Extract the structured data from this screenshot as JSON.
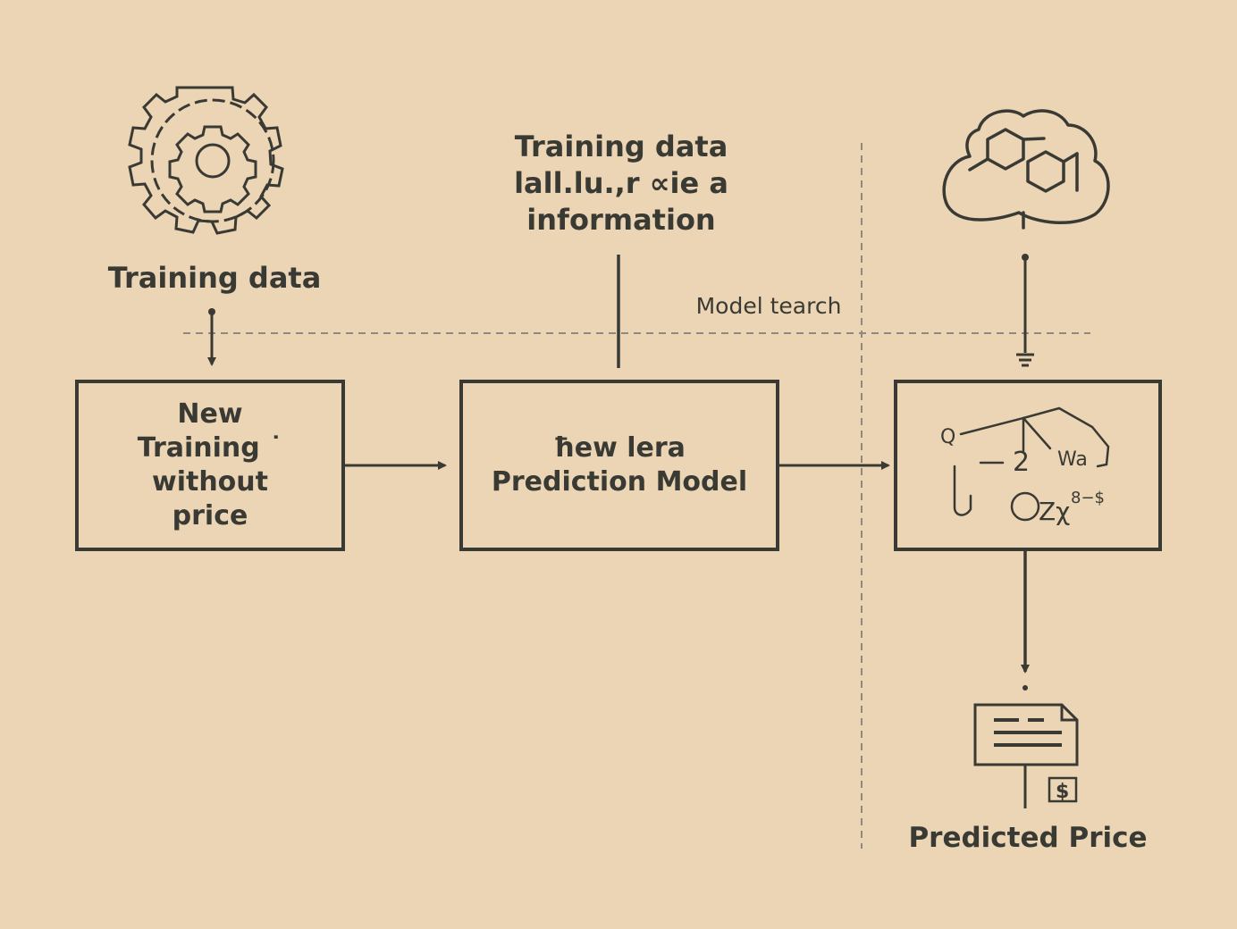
{
  "labels": {
    "training_data_left": "Training data",
    "training_data_mid": "Training data\nlall.lu.,r ∝ie a\ninformation",
    "model_search": "Model tearch",
    "predicted_price": "Predicted Price"
  },
  "boxes": {
    "new_training": "New\nTraining ˙\nwithout\nprice",
    "prediction_model": "ħew lera\nPrediction Model"
  },
  "formula": {
    "q": "Q",
    "two": "2",
    "wa": "Wa",
    "tail": "Zχ",
    "sup": "8−$"
  },
  "receipt": {
    "dollar": "$"
  },
  "icons": [
    "gear-icon",
    "brain-icon",
    "receipt-icon",
    "dollar-icon"
  ],
  "colors": {
    "background": "#ecd5b4",
    "ink": "#3a3a35",
    "dashed": "#8f8a80"
  }
}
